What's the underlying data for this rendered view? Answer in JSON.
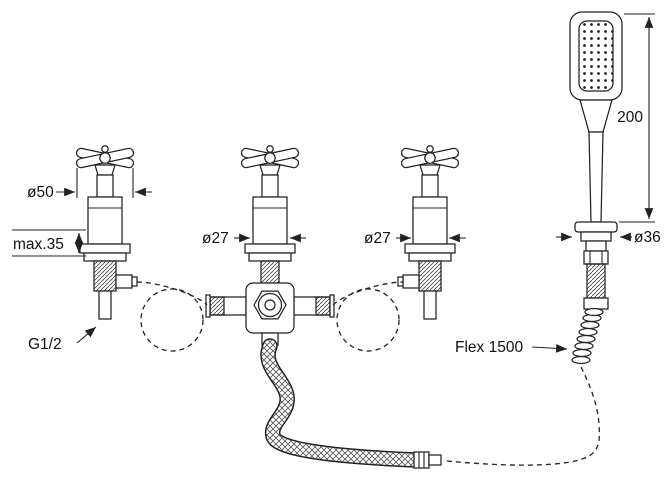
{
  "diagram": {
    "labels": {
      "handle_diameter": "ø50",
      "max_mounting_thickness": "max.35",
      "inlet_thread": "G1/2",
      "center_body_diameter": "ø27",
      "right_body_diameter": "ø27",
      "handshower_height": "200",
      "handshower_base_diameter": "ø36",
      "flex_hose_length": "Flex 1500"
    },
    "colors": {
      "line": "#222222",
      "background": "#ffffff"
    }
  }
}
